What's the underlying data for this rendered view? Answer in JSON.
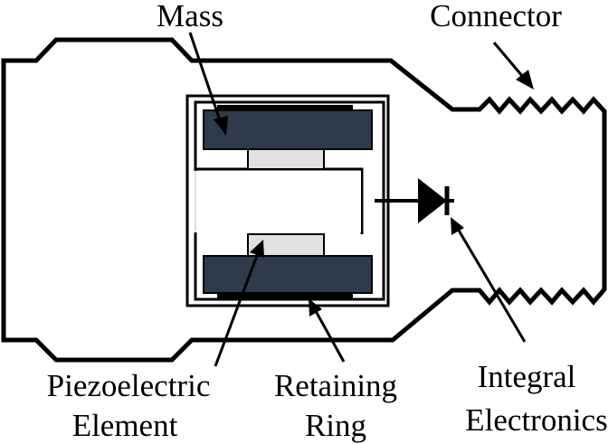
{
  "labels": {
    "mass": "Mass",
    "connector": "Connector",
    "piezo_line1": "Piezoelectric",
    "piezo_line2": "Element",
    "ring_line1": "Retaining",
    "ring_line2": "Ring",
    "integral_line1": "Integral",
    "integral_line2": "Electronics"
  },
  "colors": {
    "outline": "#000000",
    "mass_fill": "#2f3a4a",
    "crystal_fill": "#e2e0e3",
    "ring_fill": "#000000",
    "background": "#ffffff"
  },
  "icons": {
    "electronics_symbol": "diode-icon"
  }
}
